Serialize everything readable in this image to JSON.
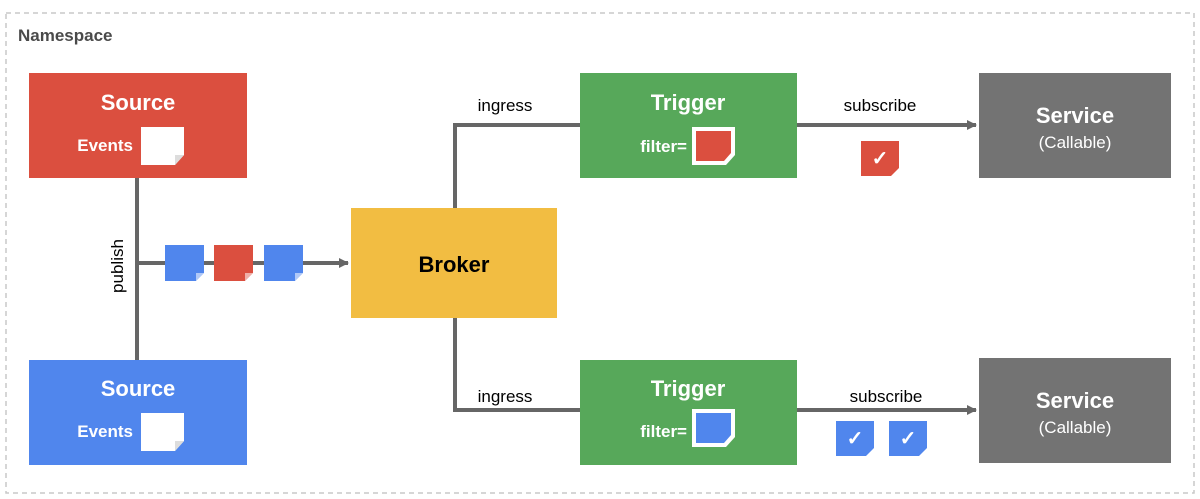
{
  "namespace": {
    "label": "Namespace"
  },
  "sources": [
    {
      "title": "Source",
      "events_label": "Events",
      "color": "#db4f3f"
    },
    {
      "title": "Source",
      "events_label": "Events",
      "color": "#5086ed"
    }
  ],
  "broker": {
    "label": "Broker",
    "color": "#f2bd42"
  },
  "triggers": [
    {
      "title": "Trigger",
      "filter_label": "filter=",
      "filter_event_color": "#db4f3f",
      "color": "#57a85a"
    },
    {
      "title": "Trigger",
      "filter_label": "filter=",
      "filter_event_color": "#5086ed",
      "color": "#57a85a"
    }
  ],
  "services": [
    {
      "title": "Service",
      "subtitle": "(Callable)",
      "color": "#737373"
    },
    {
      "title": "Service",
      "subtitle": "(Callable)",
      "color": "#737373"
    }
  ],
  "edges": {
    "publish": "publish",
    "ingress_top": "ingress",
    "ingress_bottom": "ingress",
    "subscribe_top": "subscribe",
    "subscribe_bottom": "subscribe"
  },
  "event_colors": {
    "red": "#db4f3f",
    "blue": "#5086ed"
  },
  "check_glyph": "✓",
  "line_color": "#666666"
}
